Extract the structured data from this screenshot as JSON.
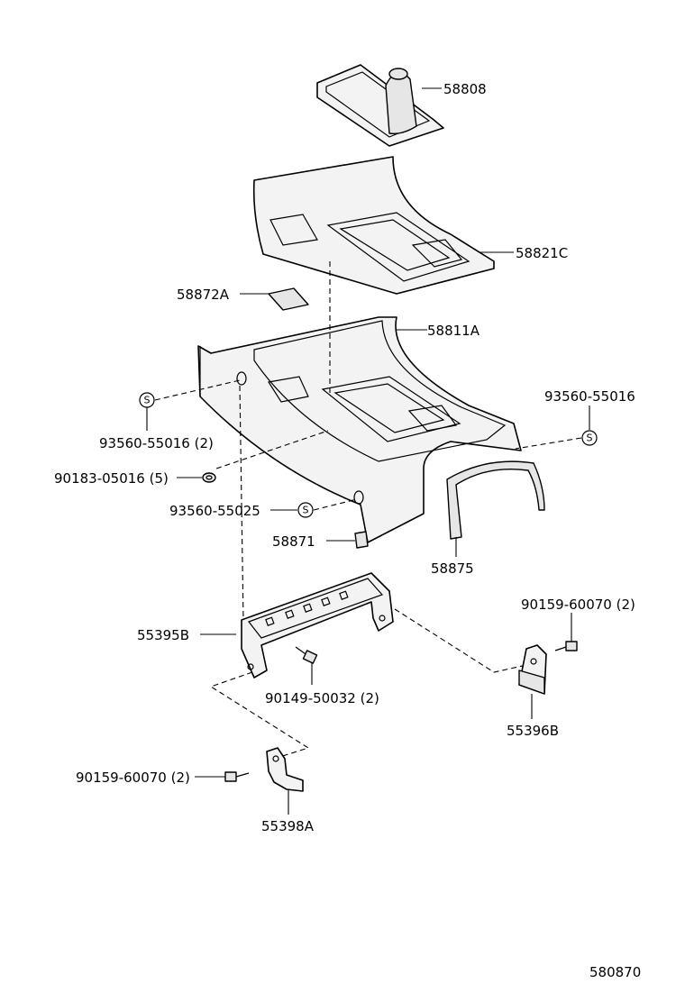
{
  "labels": {
    "shift_boot": "58808",
    "upper_panel": "58821C",
    "pad": "58872A",
    "console_box": "58811A",
    "clip_left": "93560-55016 (2)",
    "clip_right": "93560-55016",
    "nut": "90183-05016 (5)",
    "clip_lower": "93560-55025",
    "plug": "58871",
    "molding": "58875",
    "bracket_main": "55395B",
    "bolt_main": "90149-50032 (2)",
    "bolt_right": "90159-60070 (2)",
    "bracket_right": "55396B",
    "bolt_lower": "90159-60070 (2)",
    "bracket_lower": "55398A",
    "diagram_number": "580870"
  },
  "clip_symbol": "S"
}
